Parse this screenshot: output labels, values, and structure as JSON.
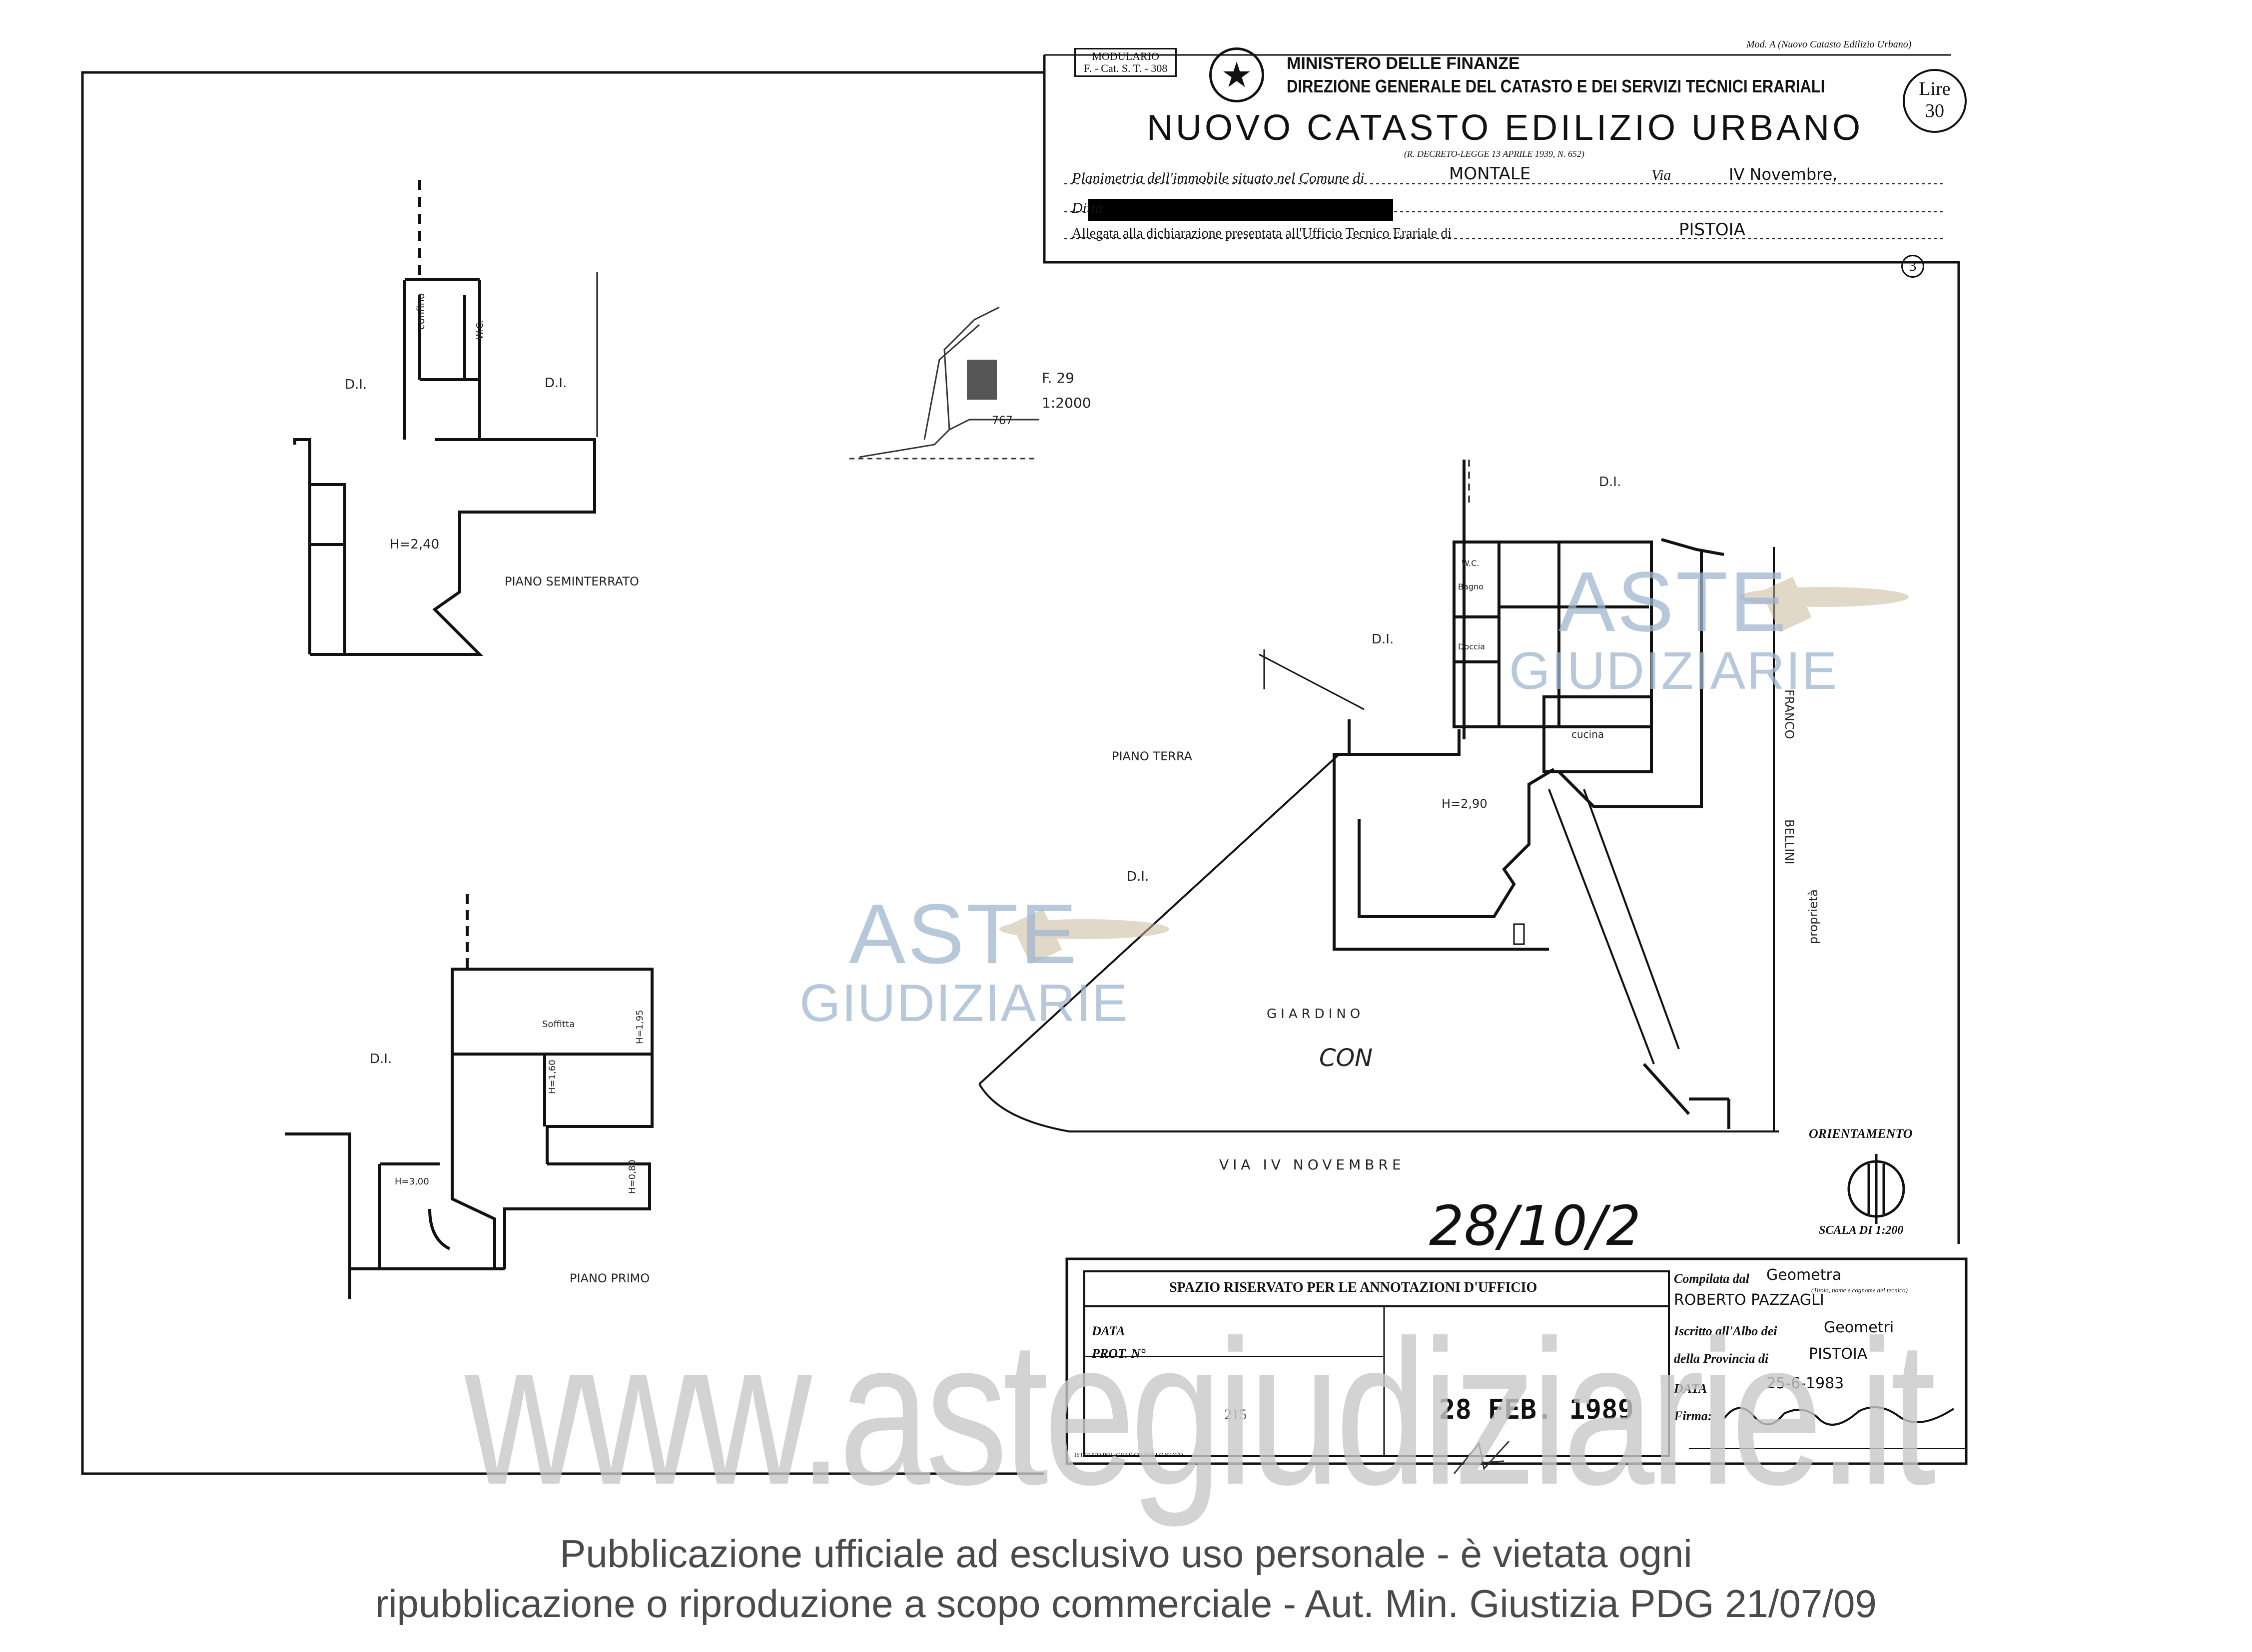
{
  "header": {
    "modulario_line1": "MODULARIO",
    "modulario_line2": "F. - Cat. S. T. - 308",
    "ministry": "MINISTERO DELLE FINANZE",
    "direction": "DIREZIONE GENERALE DEL CATASTO E DEI SERVIZI TECNICI ERARIALI",
    "title": "NUOVO CATASTO EDILIZIO URBANO",
    "decree": "(R. DECRETO-LEGGE 13 APRILE 1939, N. 652)",
    "model": "Mod. A (Nuovo Catasto Edilizio Urbano)",
    "lire_label": "Lire",
    "lire_value": "30",
    "line1_label": "Planimetria dell'immobile situato nel Comune di",
    "comune": "MONTALE",
    "via_label": "Via",
    "via_value": "IV Novembre,",
    "ditta_label": "Ditta",
    "allegata_label": "Allegata alla dichiarazione presentata all'Ufficio Tecnico Erariale di",
    "ufficio": "PISTOIA",
    "sheet_number": "3"
  },
  "map": {
    "sheet": "F. 29",
    "scale": "1:2000",
    "parcel": "767"
  },
  "plans": {
    "seminterrato": {
      "title": "PIANO SEMINTERRATO",
      "height": "H=2,40",
      "di_left": "D.I.",
      "di_right": "D.I.",
      "confino": "confino",
      "wc": "W.C."
    },
    "terra": {
      "title": "PIANO TERRA",
      "di_top": "D.I.",
      "di_mid": "D.I.",
      "di_left": "D.I.",
      "wc": "W.C.",
      "bagno": "Bagno",
      "doccia": "Doccia",
      "cucina": "cucina",
      "height": "H=2,90",
      "giardino": "GIARDINO",
      "bcnc": "CON"
    },
    "primo": {
      "title": "PIANO PRIMO",
      "di": "D.I.",
      "soffitta": "Soffitta",
      "h1": "H=1,95",
      "h2": "H=1,60",
      "h3": "H=0,80",
      "h4": "H=3,00"
    },
    "neighbour_1": "FRANCO",
    "neighbour_2": "BELLINI",
    "neighbour_3": "proprietà",
    "street": "VIA IV NOVEMBRE"
  },
  "orientation": {
    "label": "ORIENTAMENTO",
    "scale_label": "SCALA DI 1:200"
  },
  "handwritten_code": "28/10/2",
  "annotations_box": {
    "title": "SPAZIO RISERVATO PER LE ANNOTAZIONI D'UFFICIO",
    "data_label": "DATA",
    "prot_label": "PROT. N°",
    "stamp_date": "28 FEB. 1989",
    "small_number": "215",
    "printer": "ISTITUTO POLIGRAFICO DELLO STATO"
  },
  "compiler": {
    "compilata_label": "Compilata dal",
    "role": "Geometra",
    "role_note": "(Titolo, nome e cognome del tecnico)",
    "name": "ROBERTO PAZZAGLI",
    "iscritto_label": "Iscritto all'Albo dei",
    "albo": "Geometri",
    "provincia_label": "della Provincia di",
    "provincia": "PISTOIA",
    "data_label": "DATA",
    "data_value": "25-6-1983",
    "firma_label": "Firma:"
  },
  "watermarks": {
    "aste": "ASTE",
    "giudiziarie": "GIUDIZIARIE",
    "www": "www.astegiudiziarie.it"
  },
  "footer": {
    "line1": "Pubblicazione ufficiale ad esclusivo uso personale - è vietata ogni",
    "line2": "ripubblicazione o riproduzione a scopo commerciale - Aut. Min. Giustizia PDG 21/07/09"
  }
}
